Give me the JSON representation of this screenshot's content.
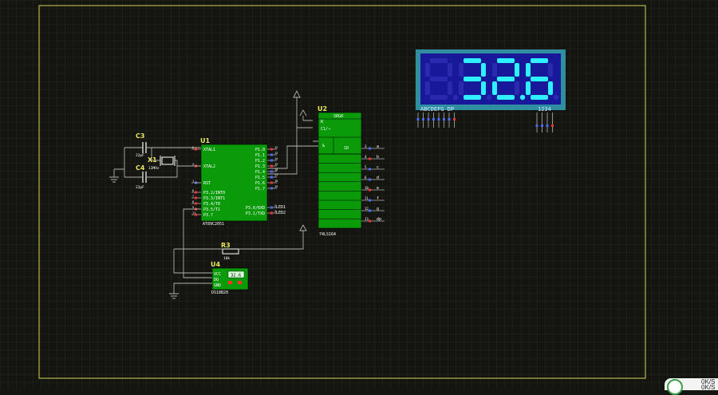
{
  "colors": {
    "background": "#141410",
    "grid": "#2a2f1e",
    "border": "#b8b64e",
    "wire": "#b0b0b0",
    "chip_fill": "#0a9a0a",
    "chip_text": "#ffffff",
    "ref_text": "#e8e860",
    "display_frame": "#2f8ea0",
    "display_panel": "#18189a",
    "segment_on": "#2ff0ff",
    "segment_off": "#2a2ab0",
    "pin_blue": "#4a6cff",
    "pin_red": "#ff3030"
  },
  "display": {
    "digits": "32.6",
    "segment_labels": "ABCDEFG DP",
    "digit_labels": "1234"
  },
  "u1": {
    "ref": "U1",
    "part": "AT89C2051",
    "left_pins": [
      "XTAL1",
      "XTAL2",
      "RST",
      "P3.2/INT0",
      "P3.3/INT1",
      "P3.4/T0",
      "P3.5/T1",
      "P3.7"
    ],
    "right_pins": [
      "P1.0",
      "P1.1",
      "P1.2",
      "P1.3",
      "P1.4",
      "P1.5",
      "P1.6",
      "P1.7",
      "P3.0/RXD",
      "P3.1/TXD"
    ]
  },
  "u1_pin_numbers": {
    "left": [
      "5",
      "4",
      "1",
      "6",
      "7",
      "8",
      "9",
      "11"
    ],
    "right": [
      "12",
      "13",
      "14",
      "15",
      "16",
      "17",
      "18",
      "19",
      "2",
      "3"
    ]
  },
  "u1_net_labels": [
    "LED1",
    "LED2"
  ],
  "u2": {
    "ref": "U2",
    "part": "74LS164",
    "header": "SRG8",
    "pin_labels": [
      "R",
      "C1/→",
      "&",
      "1D"
    ],
    "outputs": [
      "a",
      "b",
      "c",
      "d",
      "e",
      "f",
      "g",
      "dp"
    ],
    "output_pins": [
      "3",
      "4",
      "5",
      "6",
      "10",
      "11",
      "12",
      "13"
    ]
  },
  "c3": {
    "ref": "C3",
    "value": "22pF"
  },
  "c4": {
    "ref": "C4",
    "value": "22pF"
  },
  "x1": {
    "ref": "X1",
    "value": "12MHz"
  },
  "r3": {
    "ref": "R3",
    "value": "10k"
  },
  "u4": {
    "ref": "U4",
    "part": "DS18B20",
    "pins": [
      "VCC",
      "DQ",
      "GND"
    ],
    "readout": "32.6"
  },
  "status_bar": {
    "upload": "0K/S",
    "download": "0K/S"
  }
}
